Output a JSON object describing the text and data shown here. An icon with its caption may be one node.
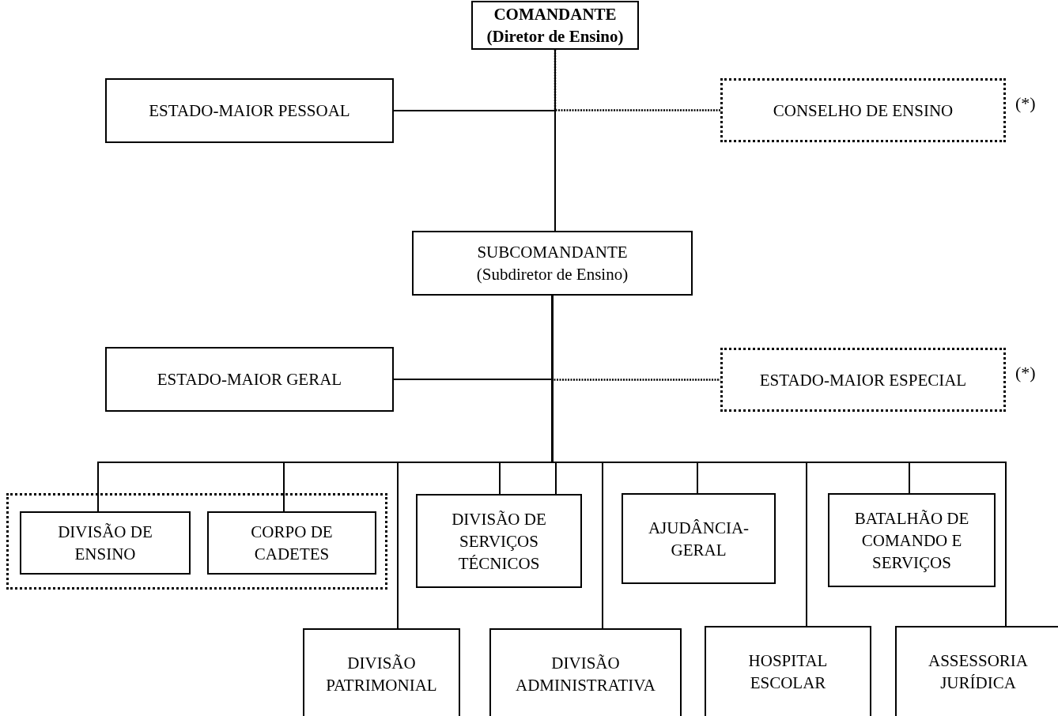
{
  "diagram": {
    "nodes": [
      {
        "text": [
          "COMANDANTE",
          "(Diretor de Ensino)"
        ]
      },
      {
        "text": [
          "ESTADO-MAIOR PESSOAL"
        ]
      },
      {
        "text": [
          "CONSELHO DE ENSINO"
        ],
        "beside": [
          "(*)"
        ]
      },
      {
        "text": [
          "SUBCOMANDANTE",
          "(Subdiretor de Ensino)"
        ]
      },
      {
        "text": [
          "ESTADO-MAIOR GERAL"
        ]
      },
      {
        "text": [
          "ESTADO-MAIOR ESPECIAL"
        ],
        "beside": [
          "(*)"
        ]
      },
      {
        "text": [],
        "shape": "box"
      },
      {
        "text": [
          "DIVISÃO DE ENSINO"
        ],
        "in": 6
      },
      {
        "text": [
          "CORPO DE CADETES"
        ],
        "in": 6
      },
      {
        "text": [
          "DIVISÃO DE SERVIÇOS TÉCNICOS"
        ]
      },
      {
        "text": [
          "AJUDÂNCIA- GERAL"
        ]
      },
      {
        "text": [
          "BATALHÃO DE COMANDO E SERVIÇOS"
        ]
      },
      {
        "text": [
          "DIVISÃO PATRIMONIAL"
        ]
      },
      {
        "text": [
          "DIVISÃO ADMINISTRATIVA"
        ]
      },
      {
        "text": [
          "HOSPITAL ESCOLAR"
        ]
      },
      {
        "text": [
          "ASSESSORIA JURÍDICA"
        ]
      }
    ],
    "edges": [
      {
        "from": 0,
        "to": 3,
        "arrow": "none"
      },
      {
        "from": 0,
        "to": 1,
        "arrow": "none"
      },
      {
        "from": 0,
        "to": 2,
        "arrow": "none",
        "style": "dashed"
      },
      {
        "from": 3,
        "to": 4,
        "arrow": "none"
      },
      {
        "from": 3,
        "to": 5,
        "arrow": "none",
        "style": "dashed"
      },
      {
        "from": 3,
        "to": 7,
        "arrow": "none"
      },
      {
        "from": 3,
        "to": 8,
        "arrow": "none"
      },
      {
        "from": 3,
        "to": 9,
        "arrow": "none"
      },
      {
        "from": 3,
        "to": 10,
        "arrow": "none"
      },
      {
        "from": 3,
        "to": 11,
        "arrow": "none"
      },
      {
        "from": 3,
        "to": 12,
        "arrow": "none"
      },
      {
        "from": 3,
        "to": 13,
        "arrow": "none"
      },
      {
        "from": 3,
        "to": 14,
        "arrow": "none"
      },
      {
        "from": 3,
        "to": 15,
        "arrow": "none"
      }
    ]
  }
}
